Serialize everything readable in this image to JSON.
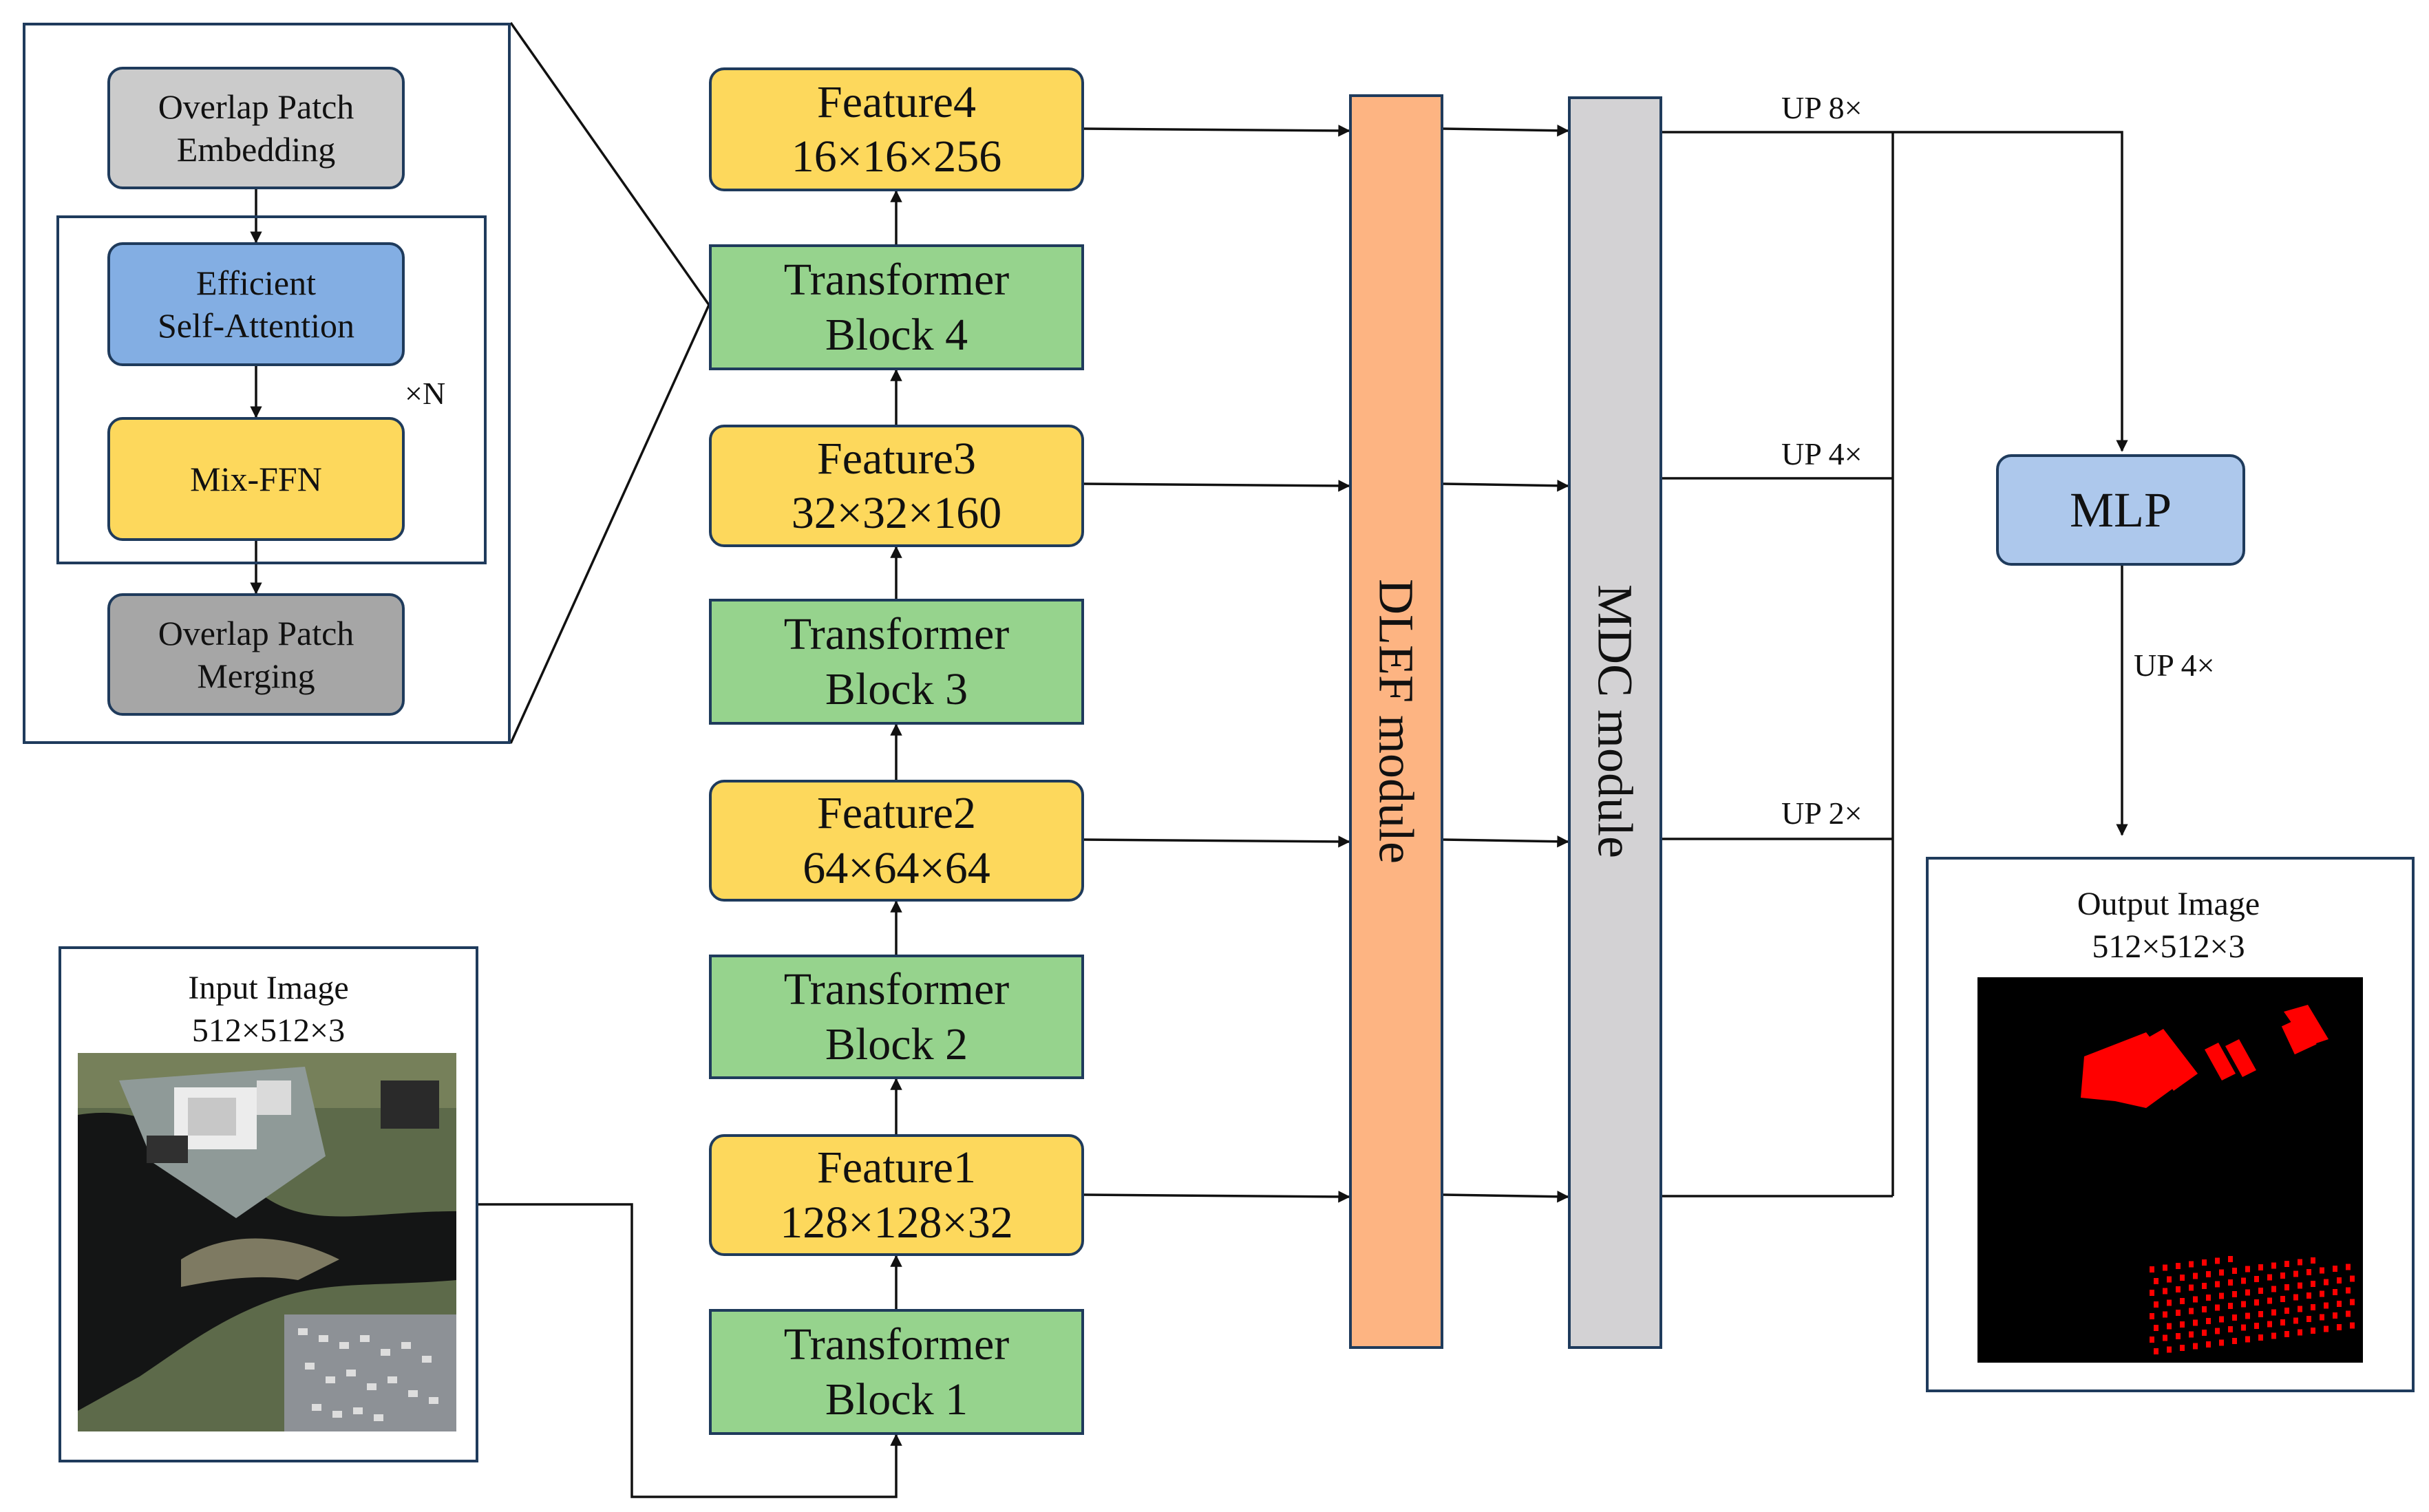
{
  "encoder_detail": {
    "overlap_patch_embedding": "Overlap Patch\nEmbedding",
    "efficient_self_attention": "Efficient\nSelf-Attention",
    "mix_ffn": "Mix-FFN",
    "repeat_label": "×N",
    "overlap_patch_merging": "Overlap Patch\nMerging"
  },
  "backbone": {
    "transformer_blocks": [
      "Transformer\nBlock 1",
      "Transformer\nBlock 2",
      "Transformer\nBlock 3",
      "Transformer\nBlock 4"
    ],
    "features": [
      {
        "name": "Feature1",
        "shape": "128×128×32"
      },
      {
        "name": "Feature2",
        "shape": "64×64×64"
      },
      {
        "name": "Feature3",
        "shape": "32×32×160"
      },
      {
        "name": "Feature4",
        "shape": "16×16×256"
      }
    ]
  },
  "modules": {
    "dlef": "DLEF module",
    "mdc": "MDC module",
    "mlp": "MLP"
  },
  "upsample_labels": {
    "up8": "UP 8×",
    "up4": "UP 4×",
    "up2": "UP 2×",
    "up4_out": "UP 4×"
  },
  "input_image": {
    "title": "Input Image",
    "shape": "512×512×3"
  },
  "output_image": {
    "title": "Output Image",
    "shape": "512×512×3"
  },
  "colors": {
    "feature": "#fdd85c",
    "transformer_block": "#96d38d",
    "dlef": "#fdb482",
    "mdc": "#d3d2d4",
    "mlp": "#adc8ec",
    "attention": "#83aee3",
    "output_mask": "#ff0000"
  }
}
